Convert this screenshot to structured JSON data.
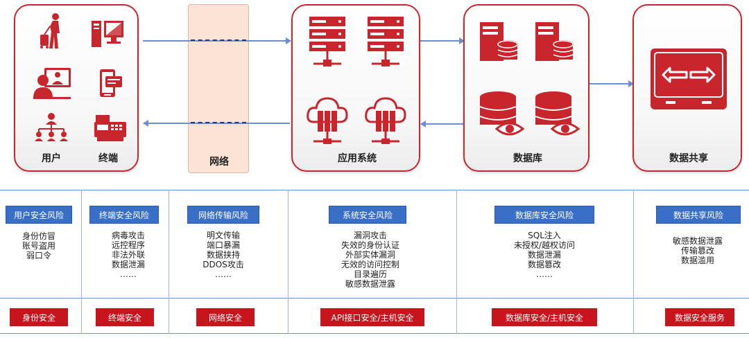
{
  "top": {
    "user_label": "用户",
    "terminal_label": "终端",
    "network_label": "网络",
    "appsys_label": "应用系统",
    "database_label": "数据库",
    "datashare_label": "数据共享"
  },
  "columns": [
    {
      "risk_title": "用户安全风险",
      "risks": [
        "身份仿冒",
        "账号盗用",
        "弱口令"
      ],
      "security": "身份安全"
    },
    {
      "risk_title": "终端安全风险",
      "risks": [
        "病毒攻击",
        "远控程序",
        "非法外联",
        "数据泄漏",
        "……"
      ],
      "security": "终端安全"
    },
    {
      "risk_title": "网络传输风险",
      "risks": [
        "明文传输",
        "端口暴漏",
        "数据挟持",
        "DDOS攻击",
        "……"
      ],
      "security": "网络安全"
    },
    {
      "risk_title": "系统安全风险",
      "risks": [
        "漏洞攻击",
        "失效的身份认证",
        "外部实体漏洞",
        "无效的访问控制",
        "目录遍历",
        "敏感数据泄露"
      ],
      "security": "API接口安全/主机安全"
    },
    {
      "risk_title": "数据库安全风险",
      "risks": [
        "SQL注入",
        "未授权/越权访问",
        "数据泄漏",
        "数据篡改",
        "……"
      ],
      "security": "数据库安全/主机安全"
    },
    {
      "risk_title": "数据共享风险",
      "risks": [
        "敏感数据泄露",
        "传输篡改",
        "数据滥用"
      ],
      "security": "数据安全服务"
    }
  ],
  "colors": {
    "red": "#c8141c",
    "blue": "#3a6fc8",
    "network_bg": "#fbe4d6",
    "arrow": "#6a8fd4"
  }
}
